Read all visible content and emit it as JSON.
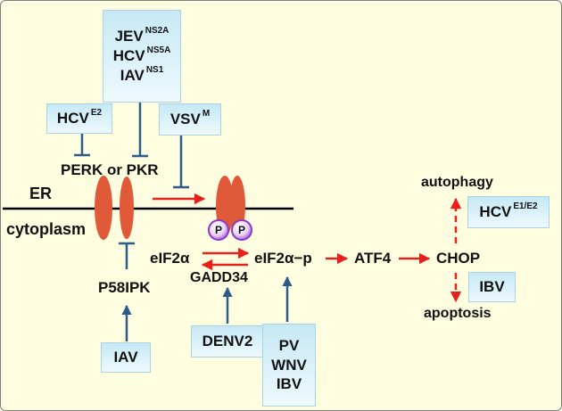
{
  "colors": {
    "background": "#fffde0",
    "box_fill": "#c6e9f5",
    "membrane": "#000000",
    "channel": "#e05a3a",
    "phospho": "#a64ed8",
    "activation_arrow": "#e8201c",
    "inhibition": "#2e5c8a",
    "up_arrow": "#2e5c8a"
  },
  "labels": {
    "perk_pkr": "PERK or PKR",
    "er": "ER",
    "cytoplasm": "cytoplasm",
    "eif2a": "eIF2α",
    "eif2ap": "eIF2α−p",
    "gadd34": "GADD34",
    "atf4": "ATF4",
    "chop": "CHOP",
    "autophagy": "autophagy",
    "apoptosis": "apoptosis",
    "p58ipk": "P58IPK",
    "phospho_p": "P"
  },
  "boxes": {
    "top": [
      {
        "name": "JEV",
        "sup": "NS2A"
      },
      {
        "name": "HCV",
        "sup": "NS5A"
      },
      {
        "name": "IAV",
        "sup": "NS1"
      }
    ],
    "hcv_e2": {
      "name": "HCV",
      "sup": "E2"
    },
    "vsv_m": {
      "name": "VSV",
      "sup": "M"
    },
    "hcv_e1e2": {
      "name": "HCV",
      "sup": "E1/E2"
    },
    "ibv_right": {
      "name": "IBV"
    },
    "iav_bottom": {
      "name": "IAV"
    },
    "denv2": {
      "name": "DENV2"
    },
    "pv_group": [
      {
        "name": "PV"
      },
      {
        "name": "WNV"
      },
      {
        "name": "IBV"
      }
    ]
  }
}
